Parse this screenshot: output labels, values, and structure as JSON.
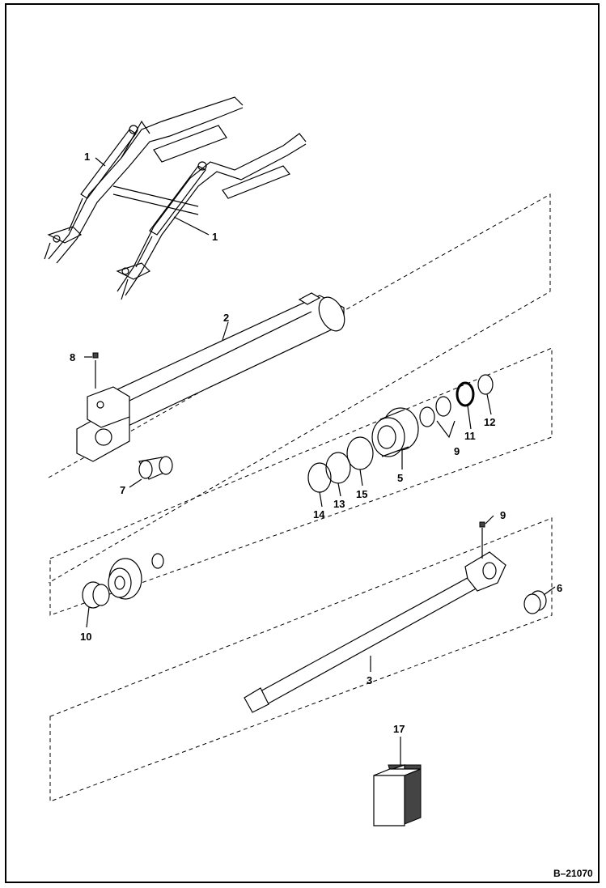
{
  "drawing_id": "B–21070",
  "callouts": {
    "c1a": "1",
    "c1b": "1",
    "c2": "2",
    "c3": "3",
    "c5": "5",
    "c6": "6",
    "c7": "7",
    "c8": "8",
    "c9a": "9",
    "c9b": "9",
    "c10": "10",
    "c11": "11",
    "c12": "12",
    "c13": "13",
    "c14": "14",
    "c15": "15",
    "c17": "17"
  }
}
